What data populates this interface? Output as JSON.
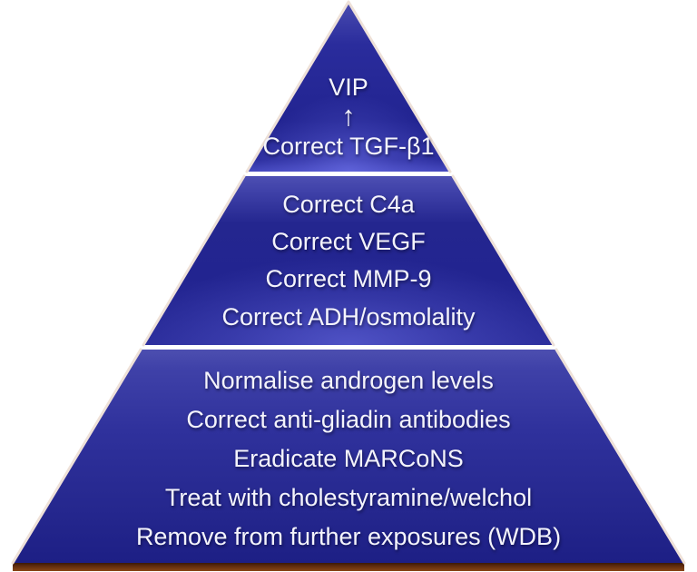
{
  "background_color": "#FFFFFF",
  "pyramid": {
    "outline_color": "#EEE1D8",
    "text_color": "#F4F4FC",
    "fill_light": "#4D4FB2",
    "fill_mid": "#2B2EA0",
    "fill_dark": "#1D1F85",
    "glow_color": "#4A4DC2",
    "base_shadow_color": "#6B3310",
    "tiers": [
      {
        "id": "top",
        "lines": [
          "VIP",
          "↑",
          "Correct TGF-β1"
        ]
      },
      {
        "id": "middle",
        "lines": [
          "Correct C4a",
          "Correct VEGF",
          "Correct MMP-9",
          "Correct ADH/osmolality"
        ]
      },
      {
        "id": "bottom",
        "lines": [
          "Normalise androgen levels",
          "Correct anti-gliadin antibodies",
          "Eradicate MARCoNS",
          "Treat with cholestyramine/welchol",
          "Remove from further exposures (WDB)"
        ]
      }
    ]
  }
}
